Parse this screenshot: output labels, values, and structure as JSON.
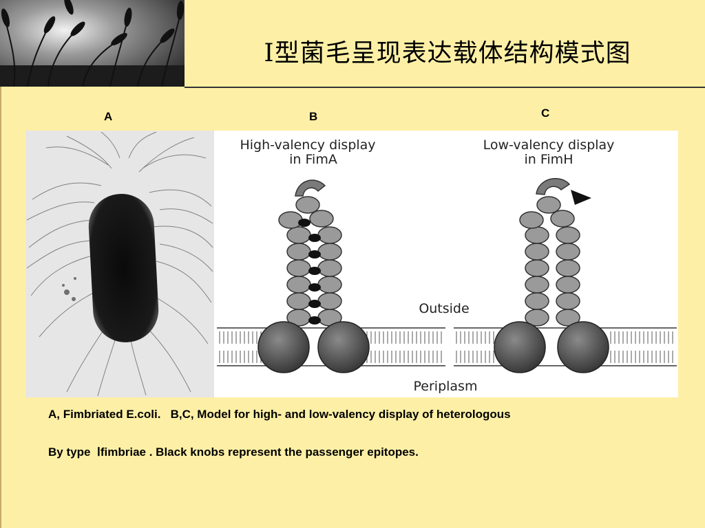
{
  "slide": {
    "title": "Ⅰ型菌毛呈现表达载体结构模式图",
    "colors": {
      "background": "#fdf0a6",
      "rule": "#333333"
    }
  },
  "panels": {
    "a": "A",
    "b": "B",
    "c": "C"
  },
  "figure": {
    "b_title_line1": "High-valency display",
    "b_title_line2": "in FimA",
    "c_title_line1": "Low-valency display",
    "c_title_line2": "in FimH",
    "outside_label": "Outside",
    "periplasm_label": "Periplasm"
  },
  "caption": {
    "line1": "A, Fimbriated E.coli.   B,C, Model for high- and low-valency display of heterologous",
    "line2": "By type  Ⅰfimbriae . Black knobs represent the passenger epitopes."
  }
}
